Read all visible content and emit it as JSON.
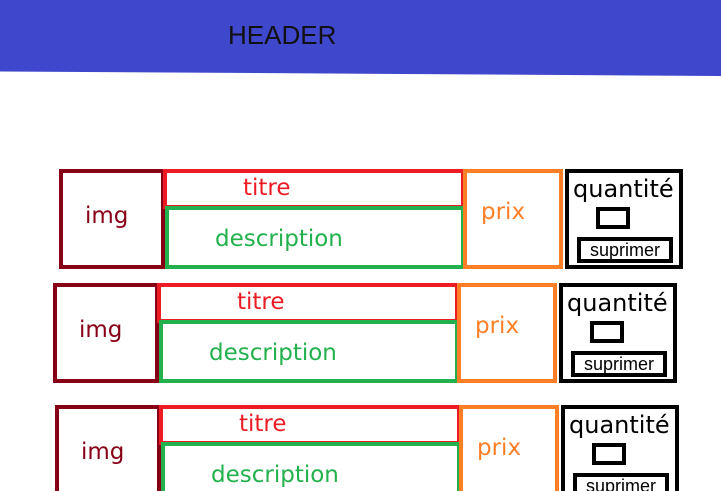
{
  "header": {
    "title": "HEADER"
  },
  "rows": [
    {
      "img": "img",
      "titre": "titre",
      "description": "description",
      "prix": "prix",
      "quantite": "quantité",
      "supprimer": "suprimer"
    },
    {
      "img": "img",
      "titre": "titre",
      "description": "description",
      "prix": "prix",
      "quantite": "quantité",
      "supprimer": "suprimer"
    },
    {
      "img": "img",
      "titre": "titre",
      "description": "description",
      "prix": "prix",
      "quantite": "quantité",
      "supprimer": "suprimer"
    }
  ],
  "colors": {
    "header": "#3f48cc",
    "img": "#880015",
    "titre": "#ed1c24",
    "description": "#22b14c",
    "prix": "#ff7f27",
    "quantite": "#000000"
  }
}
